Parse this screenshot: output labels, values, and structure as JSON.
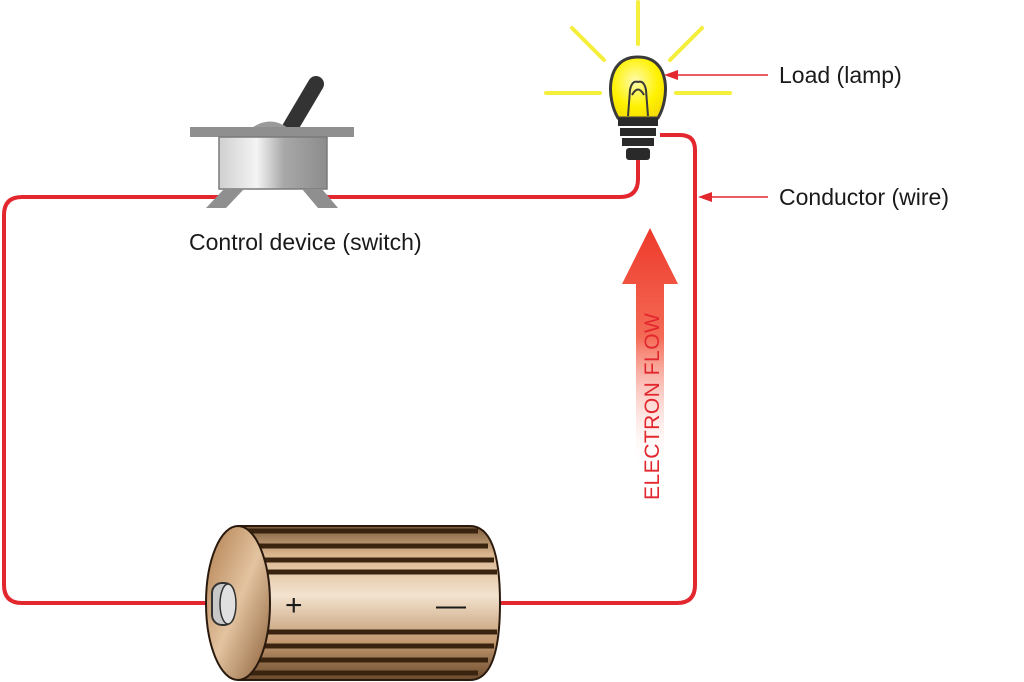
{
  "labels": {
    "load": "Load (lamp)",
    "conductor": "Conductor (wire)",
    "switch": "Control device (switch)",
    "flow": "ELECTRON FLOW"
  },
  "battery": {
    "positive": "+",
    "negative": "—"
  },
  "colors": {
    "wire": "#e2272e",
    "arrow_flow": "#f0443a",
    "bulb_glass": "#fff200",
    "rays": "#f5ee3a",
    "battery_body": "#c9a27c",
    "switch_body": "#b8b8b8"
  },
  "icons": [
    "switch-icon",
    "lamp-icon",
    "battery-icon",
    "electron-flow-arrow-icon"
  ]
}
